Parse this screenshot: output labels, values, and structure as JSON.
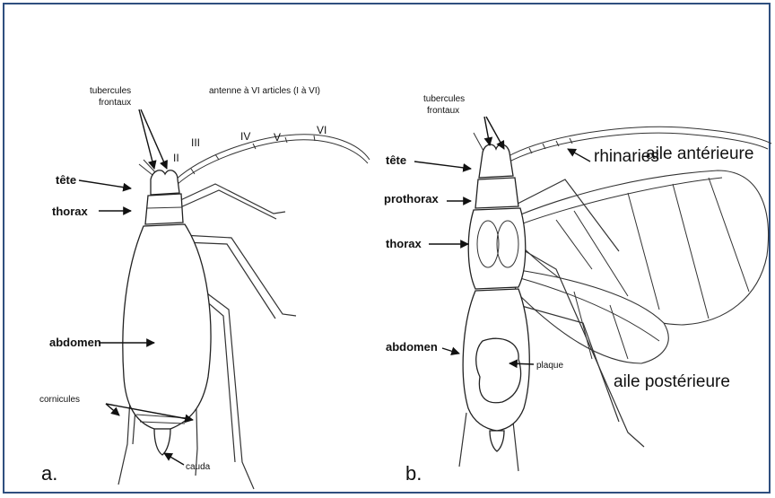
{
  "figure_a": {
    "panel_label": "a.",
    "labels": {
      "tubercules": "tubercules\nfrontaux",
      "antenne": "antenne à VI articles (I à VI)",
      "tete": "tête",
      "thorax": "thorax",
      "abdomen": "abdomen",
      "cornicules": "cornicules",
      "cauda": "cauda"
    },
    "antenna_segments": [
      "II",
      "III",
      "IV",
      "V",
      "VI"
    ]
  },
  "figure_b": {
    "panel_label": "b.",
    "labels": {
      "tubercules": "tubercules\nfrontaux",
      "rhinaries": "rhinaries",
      "aile_anterieure": "aile antérieure",
      "tete": "tête",
      "prothorax": "prothorax",
      "thorax": "thorax",
      "abdomen": "abdomen",
      "plaque": "plaque",
      "aile_posterieure": "aile postérieure"
    }
  },
  "colors": {
    "frame_border": "#2f4f7f",
    "ink": "#111111"
  }
}
